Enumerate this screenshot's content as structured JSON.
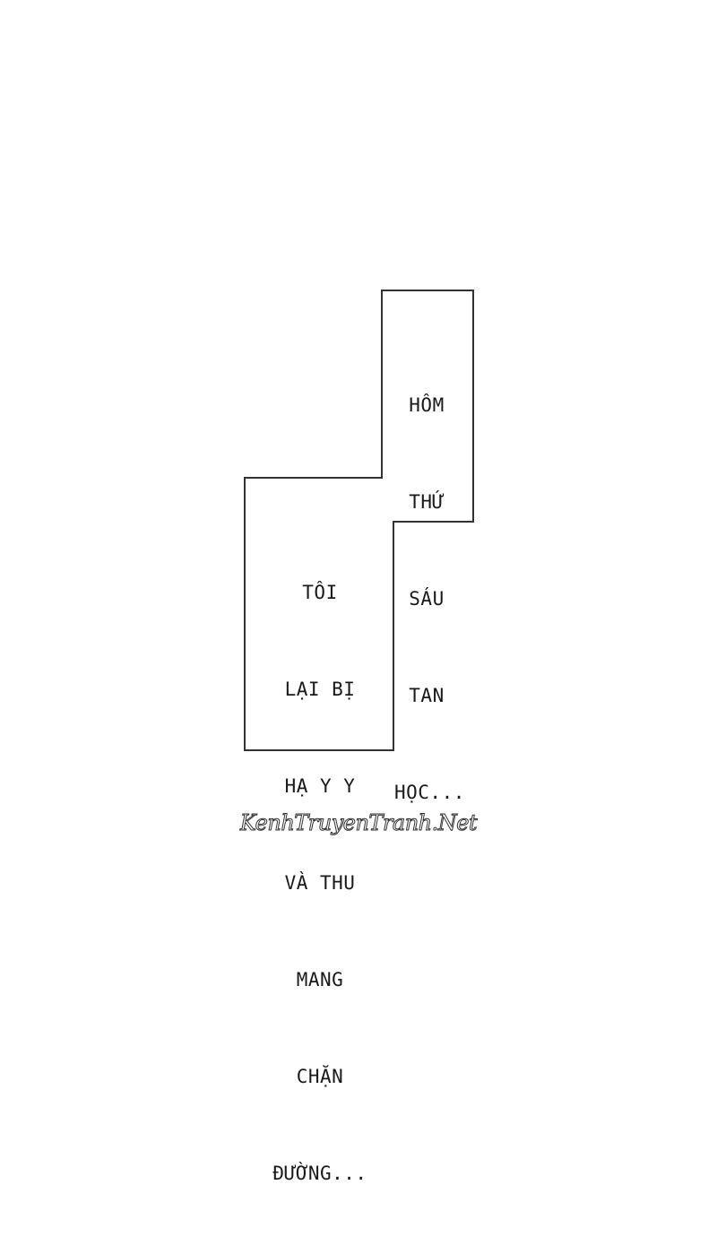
{
  "caption_top": {
    "lines": [
      "HÔM",
      "THỨ",
      "SÁU",
      "TAN",
      "HỌC..."
    ]
  },
  "caption_bottom": {
    "lines": [
      "TÔI",
      "LẠI BỊ",
      "HẠ Y Y",
      "VÀ THU",
      "MANG",
      "CHẶN",
      "ĐƯỜNG..."
    ]
  },
  "watermark": {
    "text": "KenhTruyenTranh.Net"
  },
  "colors": {
    "background": "#ffffff",
    "outline": "#333333",
    "text": "#1a1a1a"
  }
}
